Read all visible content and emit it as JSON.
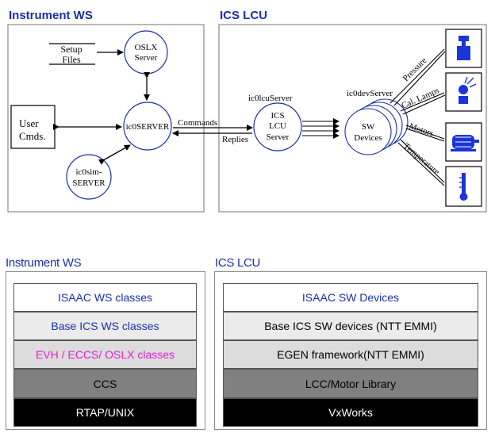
{
  "top": {
    "left_title": "Instrument WS",
    "right_title": "ICS LCU",
    "setup_files": [
      "Setup",
      "Files"
    ],
    "oslx_server": [
      "OSLX",
      "Server"
    ],
    "user_cmds": [
      "User",
      "Cmds."
    ],
    "ic0server": "ic0SERVER",
    "ic0sim": [
      "ic0sim-",
      "SERVER"
    ],
    "commands": "Commands",
    "replies": "Replies",
    "lcu_server_name": "ic0lcuServer",
    "lcu_server": [
      "ICS",
      "LCU",
      "Server"
    ],
    "dev_server_name": "ic0devServer",
    "sw_devices": [
      "SW",
      "Devices"
    ],
    "devices": [
      "Pressure",
      "Cal. Lamps",
      "Motors",
      "Temperature"
    ]
  },
  "bottom": {
    "left_title": "Instrument WS",
    "right_title": "ICS LCU",
    "left_layers": [
      {
        "label": "ISAAC WS classes",
        "bg": "#ffffff",
        "fg": "#1a2fa8"
      },
      {
        "label": "Base ICS WS classes",
        "bg": "#ebebeb",
        "fg": "#1a2fa8"
      },
      {
        "label": "EVH / ECCS/ OSLX classes",
        "bg": "#dcdcdc",
        "fg": "#e020d0"
      },
      {
        "label": "CCS",
        "bg": "#808080",
        "fg": "#000000"
      },
      {
        "label": "RTAP/UNIX",
        "bg": "#000000",
        "fg": "#ffffff"
      }
    ],
    "right_layers": [
      {
        "label": "ISAAC SW Devices",
        "bg": "#ffffff",
        "fg": "#1a2fa8"
      },
      {
        "label": "Base ICS SW devices (NTT EMMI)",
        "bg": "#ebebeb",
        "fg": "#000000"
      },
      {
        "label": "EGEN framework(NTT EMMI)",
        "bg": "#dcdcdc",
        "fg": "#000000"
      },
      {
        "label": "LCC/Motor Library",
        "bg": "#808080",
        "fg": "#000000"
      },
      {
        "label": "VxWorks",
        "bg": "#000000",
        "fg": "#ffffff"
      }
    ]
  },
  "colors": {
    "title_blue": "#1a2fa8",
    "circle_blue": "#1a2fa8",
    "icon_blue": "#1a35d8"
  },
  "icons": [
    "pressure-gauge-icon",
    "lamp-icon",
    "motor-icon",
    "thermometer-icon"
  ]
}
